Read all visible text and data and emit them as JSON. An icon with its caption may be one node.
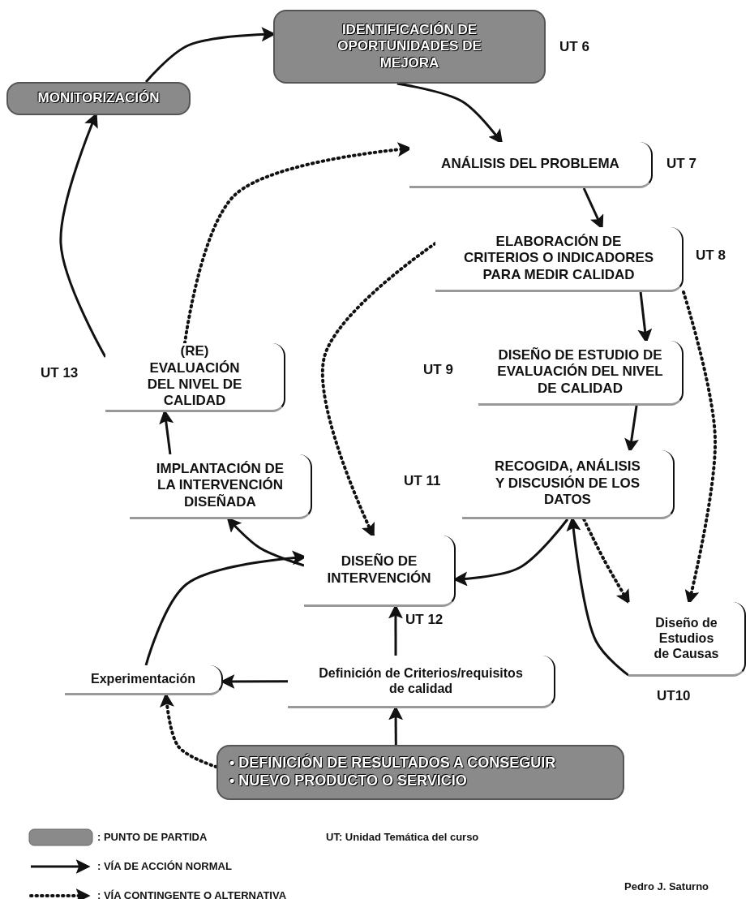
{
  "diagram": {
    "nodes": [
      {
        "text": [
          "IDENTIFICACIÓN DE OPORTUNIDADES DE MEJORA"
        ],
        "beside": [
          "UT 6"
        ]
      },
      {
        "text": [
          "MONITORIZACIÓN"
        ]
      },
      {
        "text": [
          "ANÁLISIS DEL PROBLEMA"
        ],
        "beside": [
          "UT 7"
        ]
      },
      {
        "text": [
          "ELABORACIÓN DE CRITERIOS O INDICADORES PARA MEDIR CALIDAD"
        ],
        "beside": [
          "UT 8"
        ]
      },
      {
        "text": [
          "DISEÑO DE ESTUDIO DE EVALUACIÓN DEL NIVEL DE CALIDAD"
        ],
        "beside": [
          "UT 9"
        ]
      },
      {
        "text": [
          "RECOGIDA, ANÁLISIS Y DISCUSIÓN DE LOS DATOS"
        ],
        "beside": [
          "UT 11"
        ]
      },
      {
        "text": [
          "(RE) EVALUACIÓN DEL NIVEL DE CALIDAD"
        ],
        "beside": [
          "UT 13"
        ]
      },
      {
        "text": [
          "IMPLANTACIÓN DE LA INTERVENCIÓN DISEÑADA"
        ]
      },
      {
        "text": [
          "DISEÑO DE INTERVENCIÓN"
        ],
        "beside": [
          "UT 12"
        ]
      },
      {
        "text": [
          "Diseño de Estudios de Causas"
        ],
        "beside": [
          "UT10"
        ]
      },
      {
        "text": [
          "Experimentación"
        ]
      },
      {
        "text": [
          "Definición de Criterios/requisitos de calidad"
        ]
      },
      {
        "text": [
          "• DEFINICIÓN DE RESULTADOS A CONSEGUIR",
          "• NUEVO PRODUCTO O SERVICIO"
        ]
      }
    ],
    "edges": [
      {
        "from": 1,
        "to": 0,
        "arrow": "to"
      },
      {
        "from": 0,
        "to": 2,
        "arrow": "to"
      },
      {
        "from": 2,
        "to": 3,
        "arrow": "to"
      },
      {
        "from": 3,
        "to": 4,
        "arrow": "to"
      },
      {
        "from": 4,
        "to": 5,
        "arrow": "to"
      },
      {
        "from": 5,
        "to": 8,
        "arrow": "to"
      },
      {
        "from": 9,
        "to": 5,
        "arrow": "to"
      },
      {
        "from": 5,
        "to": 9,
        "arrow": "to",
        "style": "dashed"
      },
      {
        "from": 3,
        "to": 9,
        "arrow": "to",
        "style": "dashed"
      },
      {
        "from": 3,
        "to": 8,
        "arrow": "to",
        "style": "dashed"
      },
      {
        "from": 6,
        "to": 2,
        "arrow": "to",
        "style": "dashed"
      },
      {
        "from": 6,
        "to": 1,
        "arrow": "to"
      },
      {
        "from": 7,
        "to": 6,
        "arrow": "to"
      },
      {
        "from": 8,
        "to": 7,
        "arrow": "to"
      },
      {
        "from": 10,
        "to": 8,
        "arrow": "to"
      },
      {
        "from": 11,
        "to": 8,
        "arrow": "to"
      },
      {
        "from": 11,
        "to": 10,
        "arrow": "to"
      },
      {
        "from": 12,
        "to": 11,
        "arrow": "to"
      },
      {
        "from": 12,
        "to": 10,
        "arrow": "to",
        "style": "dashed"
      }
    ],
    "labels": [
      "UT: Unidad Temática del curso",
      "Pedro J. Saturno"
    ],
    "legend": [
      {
        "text": ": PUNTO DE PARTIDA",
        "color": "#8a8a8a"
      },
      {
        "text": ": VÍA DE ACCIÓN NORMAL"
      },
      {
        "text": ": VÍA CONTINGENTE O ALTERNATIVA"
      }
    ]
  }
}
